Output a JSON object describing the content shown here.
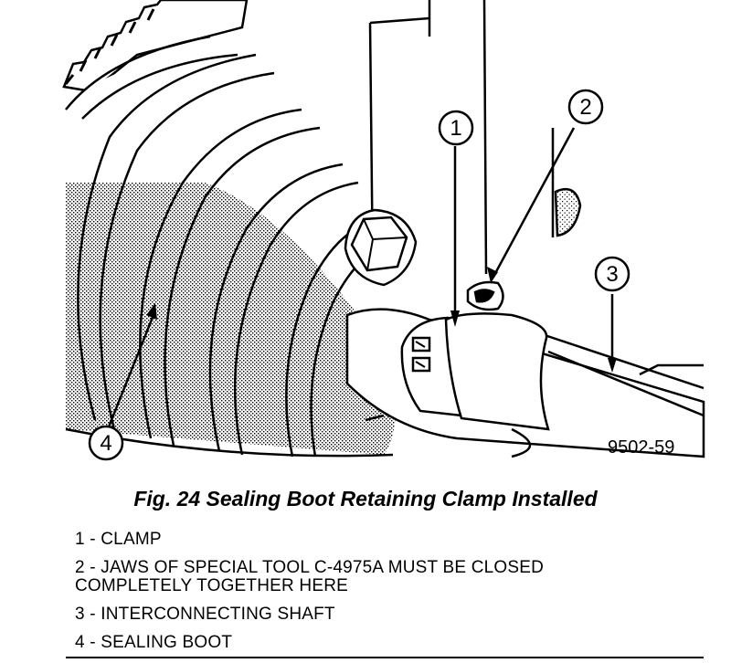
{
  "figure": {
    "code": "9502-59",
    "callouts": [
      {
        "number": "1"
      },
      {
        "number": "2"
      },
      {
        "number": "3"
      },
      {
        "number": "4"
      }
    ]
  },
  "caption": "Fig. 24 Sealing Boot Retaining Clamp Installed",
  "legend": [
    {
      "text": "1 - CLAMP"
    },
    {
      "line1": "2 - JAWS OF SPECIAL TOOL C-4975A MUST BE CLOSED",
      "line2": "COMPLETELY TOGETHER HERE"
    },
    {
      "text": "3 - INTERCONNECTING SHAFT"
    },
    {
      "text": "4 - SEALING BOOT"
    }
  ]
}
